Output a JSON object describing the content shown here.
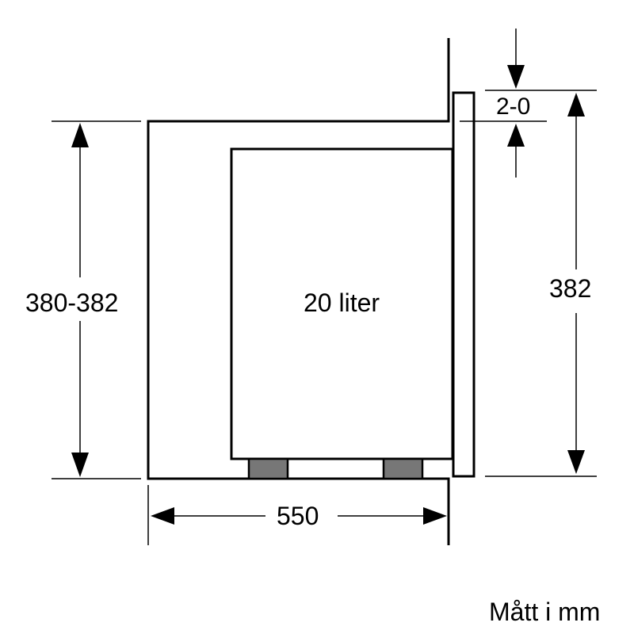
{
  "diagram": {
    "type": "built-in microwave installation dimensions (side view)",
    "capacity_label": "20 liter",
    "dimensions": {
      "niche_height": "380-382",
      "appliance_height": "382",
      "top_gap": "2-0",
      "depth": "550"
    },
    "units_note": "Mått i mm"
  }
}
